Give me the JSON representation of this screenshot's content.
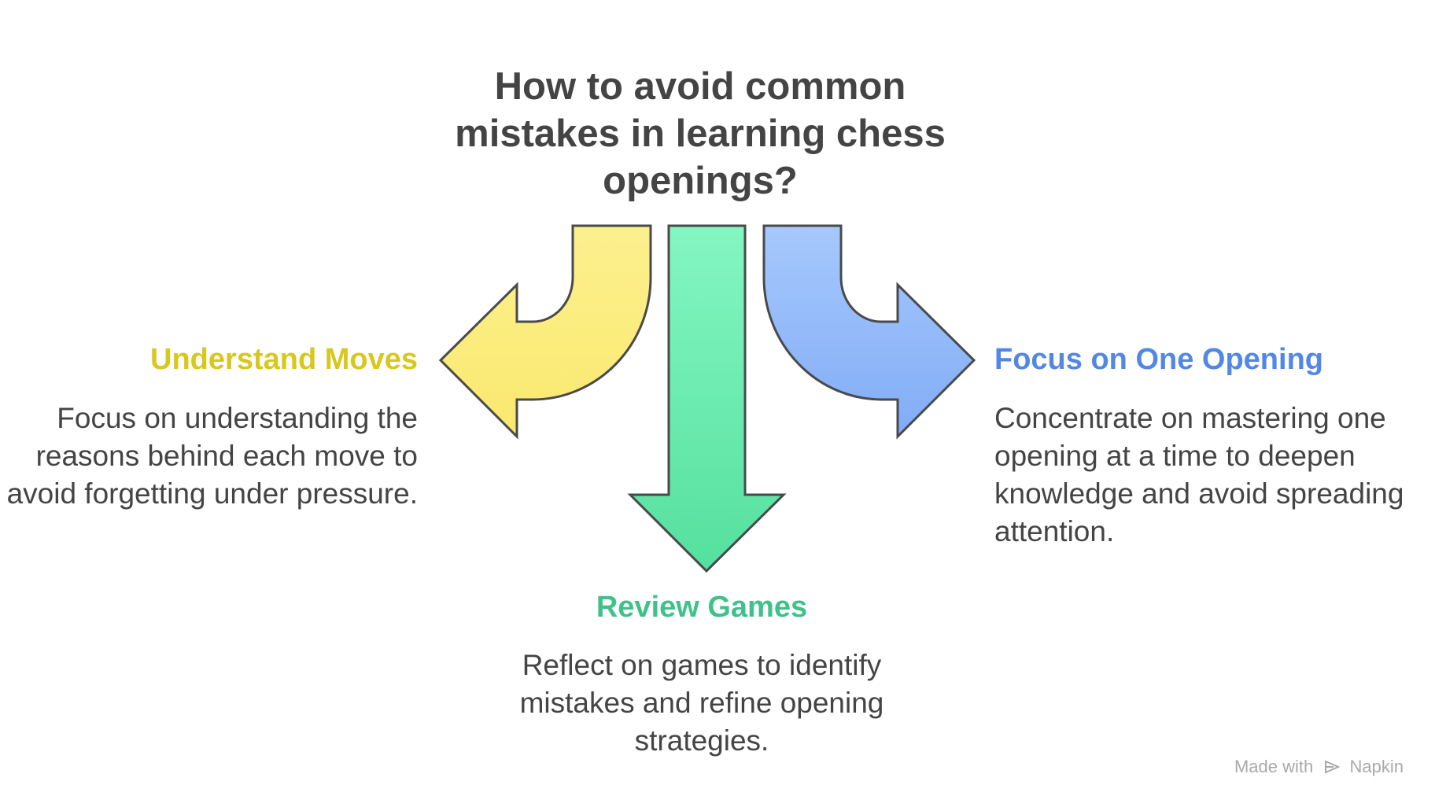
{
  "title": "How to avoid common mistakes in learning chess openings?",
  "options": [
    {
      "heading": "Understand Moves",
      "body": "Focus on understanding the reasons behind each move to avoid forgetting under pressure.",
      "color": "#d8c71d",
      "arrow_color": "#fbee85",
      "icon": "curved-arrow-left-icon"
    },
    {
      "heading": "Review Games",
      "body": "Reflect on games to identify mistakes and refine opening strategies.",
      "color": "#3ec28a",
      "arrow_color": "#66e5a9",
      "icon": "arrow-down-icon"
    },
    {
      "heading": "Focus on One Opening",
      "body": "Concentrate on mastering one opening at a time to deepen knowledge and avoid spreading attention.",
      "color": "#5287e6",
      "arrow_color": "#90b8fb",
      "icon": "curved-arrow-right-icon"
    }
  ],
  "footer": {
    "prefix": "Made with",
    "brand": "Napkin"
  }
}
